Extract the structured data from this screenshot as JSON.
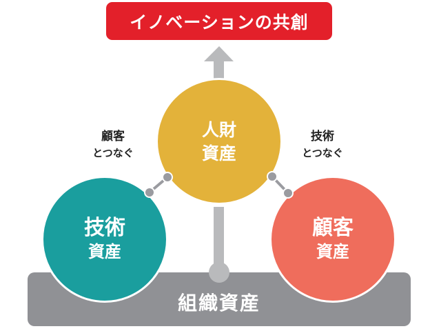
{
  "title": "イノベーションの共創",
  "foundation": "組織資産",
  "circles": {
    "people": {
      "line1": "人財",
      "line2": "資産"
    },
    "technology": {
      "line1": "技術",
      "line2": "資産"
    },
    "customer": {
      "line1": "顧客",
      "line2": "資産"
    }
  },
  "links": {
    "left": {
      "line1": "顧客",
      "line2": "とつなぐ"
    },
    "right": {
      "line1": "技術",
      "line2": "とつなぐ"
    }
  },
  "colors": {
    "title": "#e3202a",
    "people": "#e3b23a",
    "technology": "#1a9e9e",
    "customer": "#ef6d5c",
    "foundation": "#909195",
    "arrow": "#b9babc",
    "connector": "#9a9ba0"
  }
}
